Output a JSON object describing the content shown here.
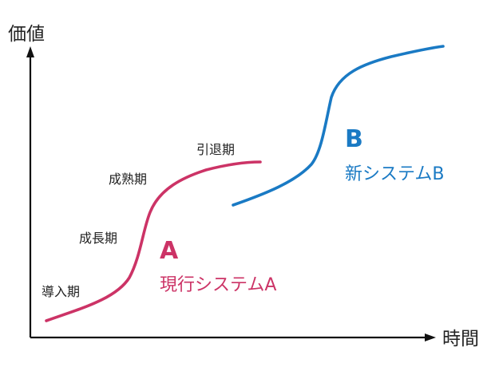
{
  "axes": {
    "y_label": "価値",
    "x_label": "時間"
  },
  "stages": {
    "introduction": "導入期",
    "growth": "成長期",
    "maturity": "成熟期",
    "decline": "引退期"
  },
  "system_a": {
    "letter": "A",
    "name": "現行システムA",
    "color": "#CC3366"
  },
  "system_b": {
    "letter": "B",
    "name": "新システムB",
    "color": "#1A7AC4"
  },
  "colors": {
    "axis": "#111111",
    "text": "#222222"
  }
}
